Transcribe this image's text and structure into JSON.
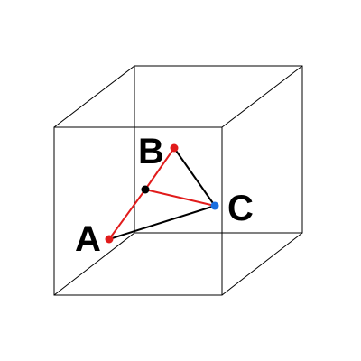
{
  "points": {
    "A": {
      "label": "A",
      "color": "#e11b1b"
    },
    "B": {
      "label": "B",
      "color": "#e11b1b"
    },
    "C": {
      "label": "C",
      "color": "#1a6fe0"
    },
    "interior": {
      "color": "#000000"
    }
  },
  "colors": {
    "background": "#ffffff",
    "cube_edges": "#000000",
    "red_segments": "#e11b1b",
    "black_segments": "#000000"
  }
}
